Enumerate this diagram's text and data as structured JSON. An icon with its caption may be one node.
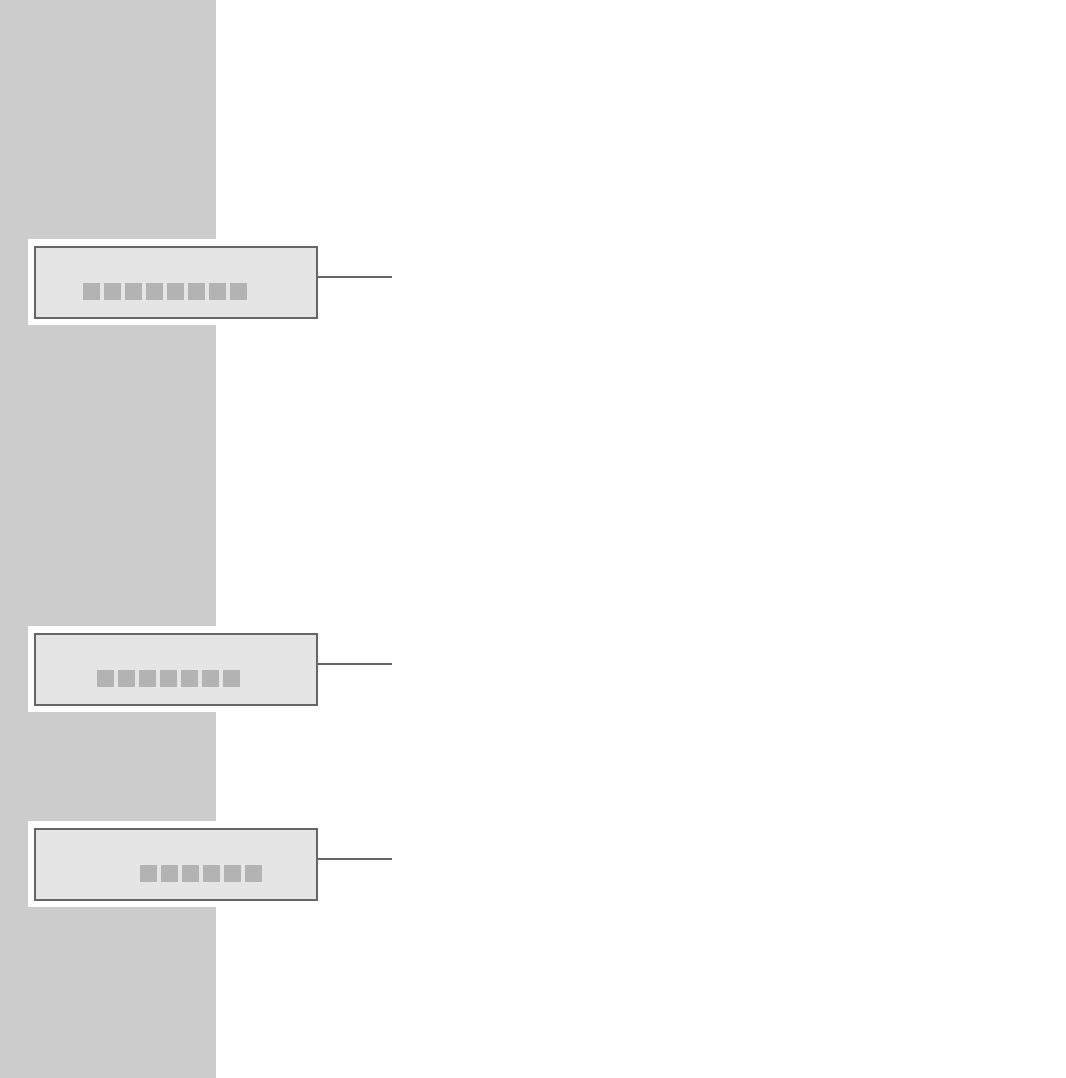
{
  "diagram": {
    "nodes": [
      {
        "text": [],
        "shape": "box"
      },
      {
        "text": [],
        "shape": "box"
      },
      {
        "text": [],
        "shape": "box"
      }
    ],
    "edges": [
      {
        "from": 0,
        "to": null,
        "arrow": "none"
      },
      {
        "from": 1,
        "to": null,
        "arrow": "none"
      },
      {
        "from": 2,
        "to": null,
        "arrow": "none"
      }
    ]
  }
}
